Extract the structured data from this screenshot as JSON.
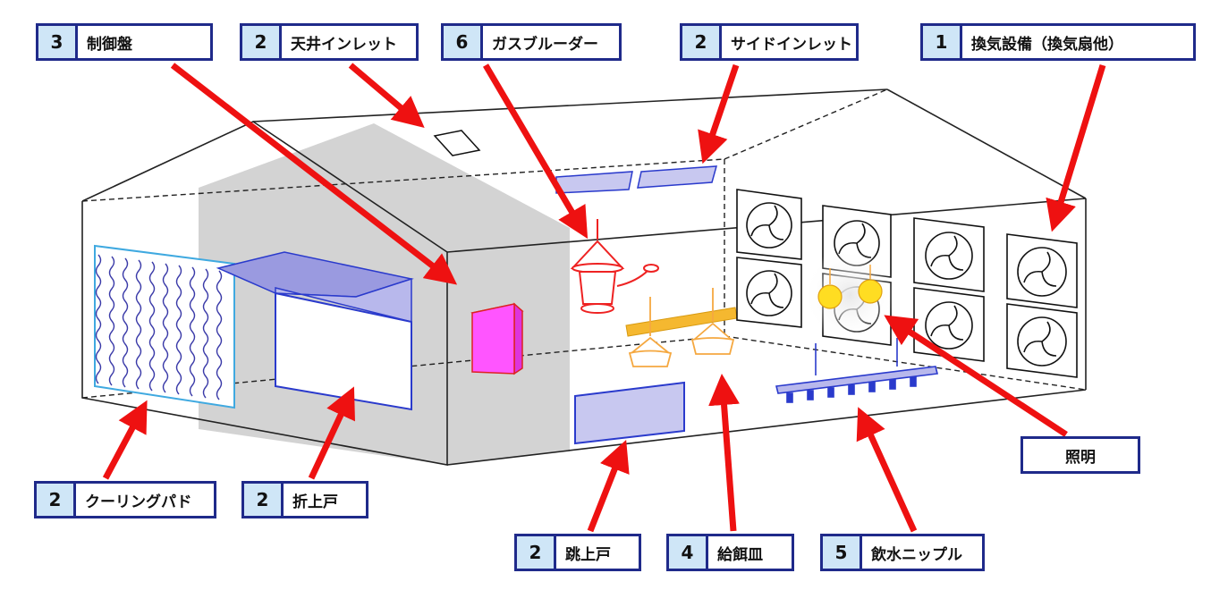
{
  "labels": {
    "control_panel": {
      "num": "3",
      "text": "制御盤"
    },
    "ceiling_inlet": {
      "num": "2",
      "text": "天井インレット"
    },
    "gas_brooder": {
      "num": "6",
      "text": "ガスブルーダー"
    },
    "side_inlet": {
      "num": "2",
      "text": "サイドインレット"
    },
    "ventilation": {
      "num": "1",
      "text": "換気設備（換気扇他）"
    },
    "lighting": {
      "text": "照明"
    },
    "cooling_pad": {
      "num": "2",
      "text": "クーリングパド"
    },
    "fold_up_door": {
      "num": "2",
      "text": "折上戸"
    },
    "flip_up_door": {
      "num": "2",
      "text": "跳上戸"
    },
    "feeder_pan": {
      "num": "4",
      "text": "給餌皿"
    },
    "water_nipple": {
      "num": "5",
      "text": "飲水ニップル"
    }
  },
  "colors": {
    "arrow": "#ee1111",
    "label_border": "#1f2a8a",
    "label_num_bg": "#cfe6f7",
    "inlet_fill": "#c8c8f0",
    "door_fill": "#9a9ae0",
    "cooling_pad": "#3fa9e0",
    "control_box": "#ff55ff",
    "brooder": "#ee2222",
    "feeder": "#f5a840",
    "feed_line": "#f5b830",
    "lamp": "#ffdd22",
    "water_line": "#2a3acc"
  }
}
